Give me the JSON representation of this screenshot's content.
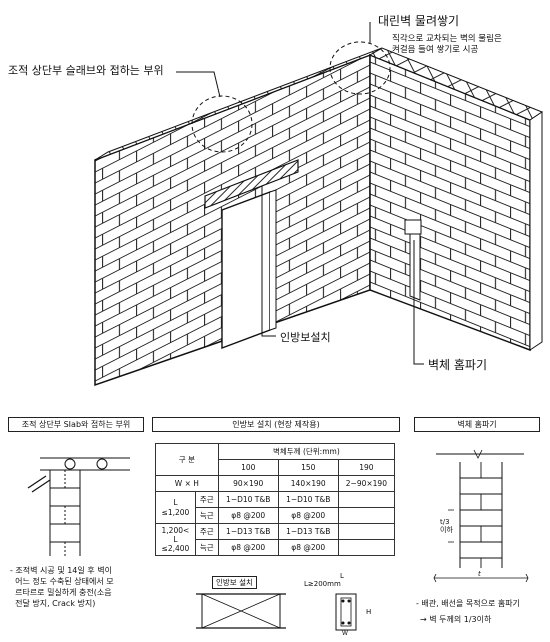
{
  "main_labels": {
    "top_slab": "조적 상단부 슬래브와 접하는 부위",
    "corner": "대린벽 물려쌓기",
    "corner_note": "직각으로 교차되는 벽의 물림은\n켜걸음 들여 쌓기로 시공",
    "lintel": "인방보설치",
    "chase": "벽체 홈파기"
  },
  "panel_left": {
    "title": "조적 상단부 SIab와 접하는 부위",
    "note": "- 조적벽 시공 및 14일 후 벽이\n  어느 정도 수축된 상태에서 모\n  르타르로 밀실하게 충전(소음\n  전달 방지, Crack 방지)"
  },
  "panel_mid": {
    "title": "인방보 설치 (현장 제작용)",
    "header_type": "구  분",
    "header_thickness": "벽체두께 (단위:mm)",
    "thicknesses": [
      "100",
      "150",
      "190"
    ],
    "row_wh": {
      "label": "W × H",
      "values": [
        "90×190",
        "140×190",
        "2−90×190"
      ]
    },
    "group1": {
      "span": "L\n≤1,200",
      "rows": [
        {
          "label": "주근",
          "values": [
            "1−D10 T&B",
            "1−D10 T&B",
            ""
          ]
        },
        {
          "label": "늑근",
          "values": [
            "φ8 @200",
            "φ8 @200",
            ""
          ]
        }
      ]
    },
    "group2": {
      "span": "1,200<\nL\n≤2,400",
      "rows": [
        {
          "label": "주근",
          "values": [
            "1−D13 T&B",
            "1−D13 T&B",
            ""
          ]
        },
        {
          "label": "늑근",
          "values": [
            "φ8 @200",
            "φ8 @200",
            ""
          ]
        }
      ]
    },
    "fig_label": "인방보 설치",
    "dim_label": "L≥200mm",
    "w_label": "W",
    "h_label": "H",
    "l_label": "L"
  },
  "panel_right": {
    "title": "벽체 홈파기",
    "ratio_label": "t/3\n이하",
    "t_label": "t",
    "note1": "- 배관, 배선을 목적으로 홈파기",
    "note2": "→ 벽 두께의 1/3이하"
  },
  "colors": {
    "ink": "#111111",
    "paper": "#ffffff",
    "hatch": "#333333"
  }
}
